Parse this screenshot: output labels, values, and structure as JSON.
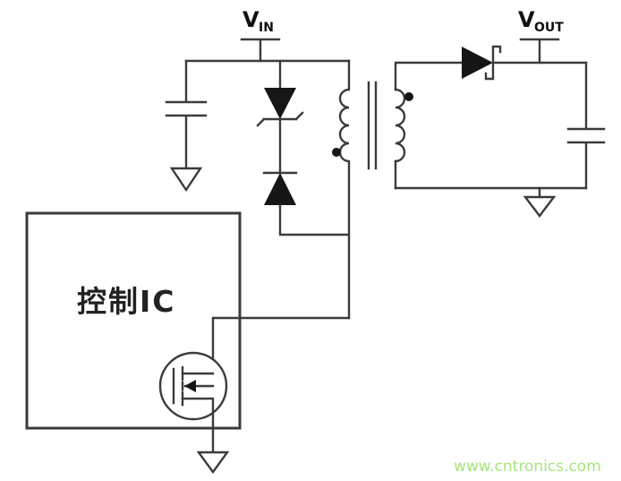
{
  "labels": {
    "vin": {
      "main": "V",
      "sub": "IN"
    },
    "vout": {
      "main": "V",
      "sub": "OUT"
    },
    "control_ic": "控制IC"
  },
  "watermark": {
    "text": "www.cntronics.com",
    "color": "#a6e57c"
  },
  "colors": {
    "line": "#3b3b3b",
    "component_fill": "#161616",
    "background": "#ffffff"
  },
  "components": [
    "input-capacitor",
    "tvs-clamp-diode",
    "blocking-diode",
    "flyback-transformer",
    "primary-polarity-dot",
    "secondary-polarity-dot",
    "output-rectifier-diode",
    "output-capacitor",
    "control-ic",
    "power-mosfet",
    "ground-symbols"
  ]
}
